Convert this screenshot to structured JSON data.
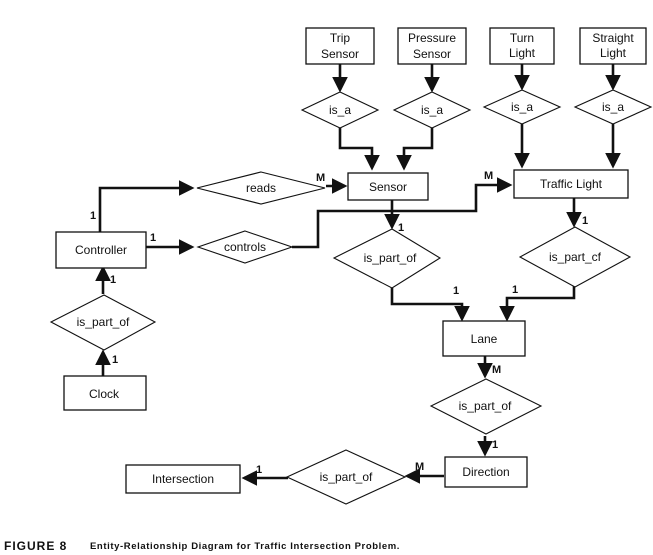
{
  "entities": {
    "trip_sensor": [
      "Trip",
      "Sensor"
    ],
    "pressure_sensor": [
      "Pressure",
      "Sensor"
    ],
    "turn_light": [
      "Turn",
      "Light"
    ],
    "straight_light": [
      "Straight",
      "Light"
    ],
    "sensor": "Sensor",
    "traffic_light": "Traffic Light",
    "controller": "Controller",
    "clock": "Clock",
    "lane": "Lane",
    "direction": "Direction",
    "intersection": "Intersection"
  },
  "relationships": {
    "is_a_trip": "is_a",
    "is_a_pressure": "is_a",
    "is_a_turn": "is_a",
    "is_a_straight": "is_a",
    "reads": "reads",
    "controls": "controls",
    "sensor_part_of_lane": "is_part_of",
    "light_part_of_lane": "is_part_cf",
    "clock_part_of_controller": "is_part_of",
    "lane_part_of_direction": "is_part_of",
    "direction_part_of_intersection": "is_part_of"
  },
  "cardinalities": {
    "reads_sensor": "M",
    "reads_controller": "1",
    "controls_light": "M",
    "controls_controller": "1",
    "sensor_part": "1",
    "light_part": "1",
    "lane_from_sensor": "1",
    "lane_from_light": "1",
    "controller_from_clock_rel": "1",
    "clock_part": "1",
    "lane_down": "M",
    "direction_up": "1",
    "direction_left": "M",
    "intersection_right": "1"
  },
  "caption": {
    "label": "FIGURE 8",
    "text": "Entity-Relationship Diagram for Traffic Intersection Problem."
  }
}
